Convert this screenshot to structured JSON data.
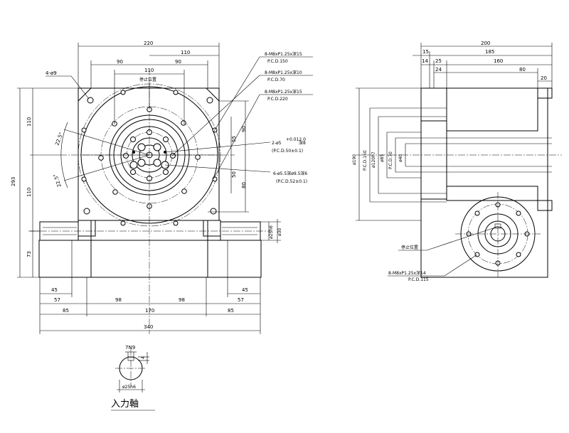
{
  "front_view": {
    "dims": {
      "w220": "220",
      "w110": "110",
      "w90a": "90",
      "w90b": "90",
      "w110b": "110",
      "h110a": "110",
      "h110b": "110",
      "h293": "293",
      "h73": "73",
      "v55": "55",
      "v90": "90",
      "v50": "50",
      "v80": "80",
      "b45l": "45",
      "b57l": "57",
      "b98l": "98",
      "b98r": "98",
      "b57r": "57",
      "b45r": "45",
      "b85l": "85",
      "b170": "170",
      "b85r": "85",
      "b340": "340",
      "a22a": "22.5°",
      "a22b": "22.5°"
    },
    "callouts": {
      "holes4": "4-ø9",
      "stop": "停止位置",
      "c1": "8-M8xP1.25x深15",
      "c1p": "P.C.D.150",
      "c2": "8-M8xP1.25x深10",
      "c2p": "P.C.D.70",
      "c3": "8-M8xP1.25x深15",
      "c3p": "P.C.D.220",
      "c4": "2-ø5",
      "c4tol": "+0.012 0",
      "c4d": "深8",
      "c4p": "(P.C.D.50±0.1)",
      "c5": "6-ø5.5深ø9.5深6",
      "c5p": "(P.C.D.52±0.1)",
      "shaft1": "ø25h6",
      "shaft2": "ø30"
    }
  },
  "side_view": {
    "dims": {
      "d200": "200",
      "d15": "15",
      "d185": "185",
      "d14": "14",
      "d25": "25",
      "d160": "160",
      "d24": "24",
      "d80": "80",
      "d20": "20"
    },
    "diam": [
      "ø190",
      "P.C.D.150",
      "ø120h7",
      "ø85",
      "P.C.D.70",
      "ø40"
    ],
    "stop": "停止位置",
    "c1": "8-M8xP1.25x深14",
    "c1p": "P.C.D.115"
  },
  "detail": {
    "key": "7N9",
    "depth": "4",
    "dia": "ø25h6",
    "title": "入力軸"
  }
}
